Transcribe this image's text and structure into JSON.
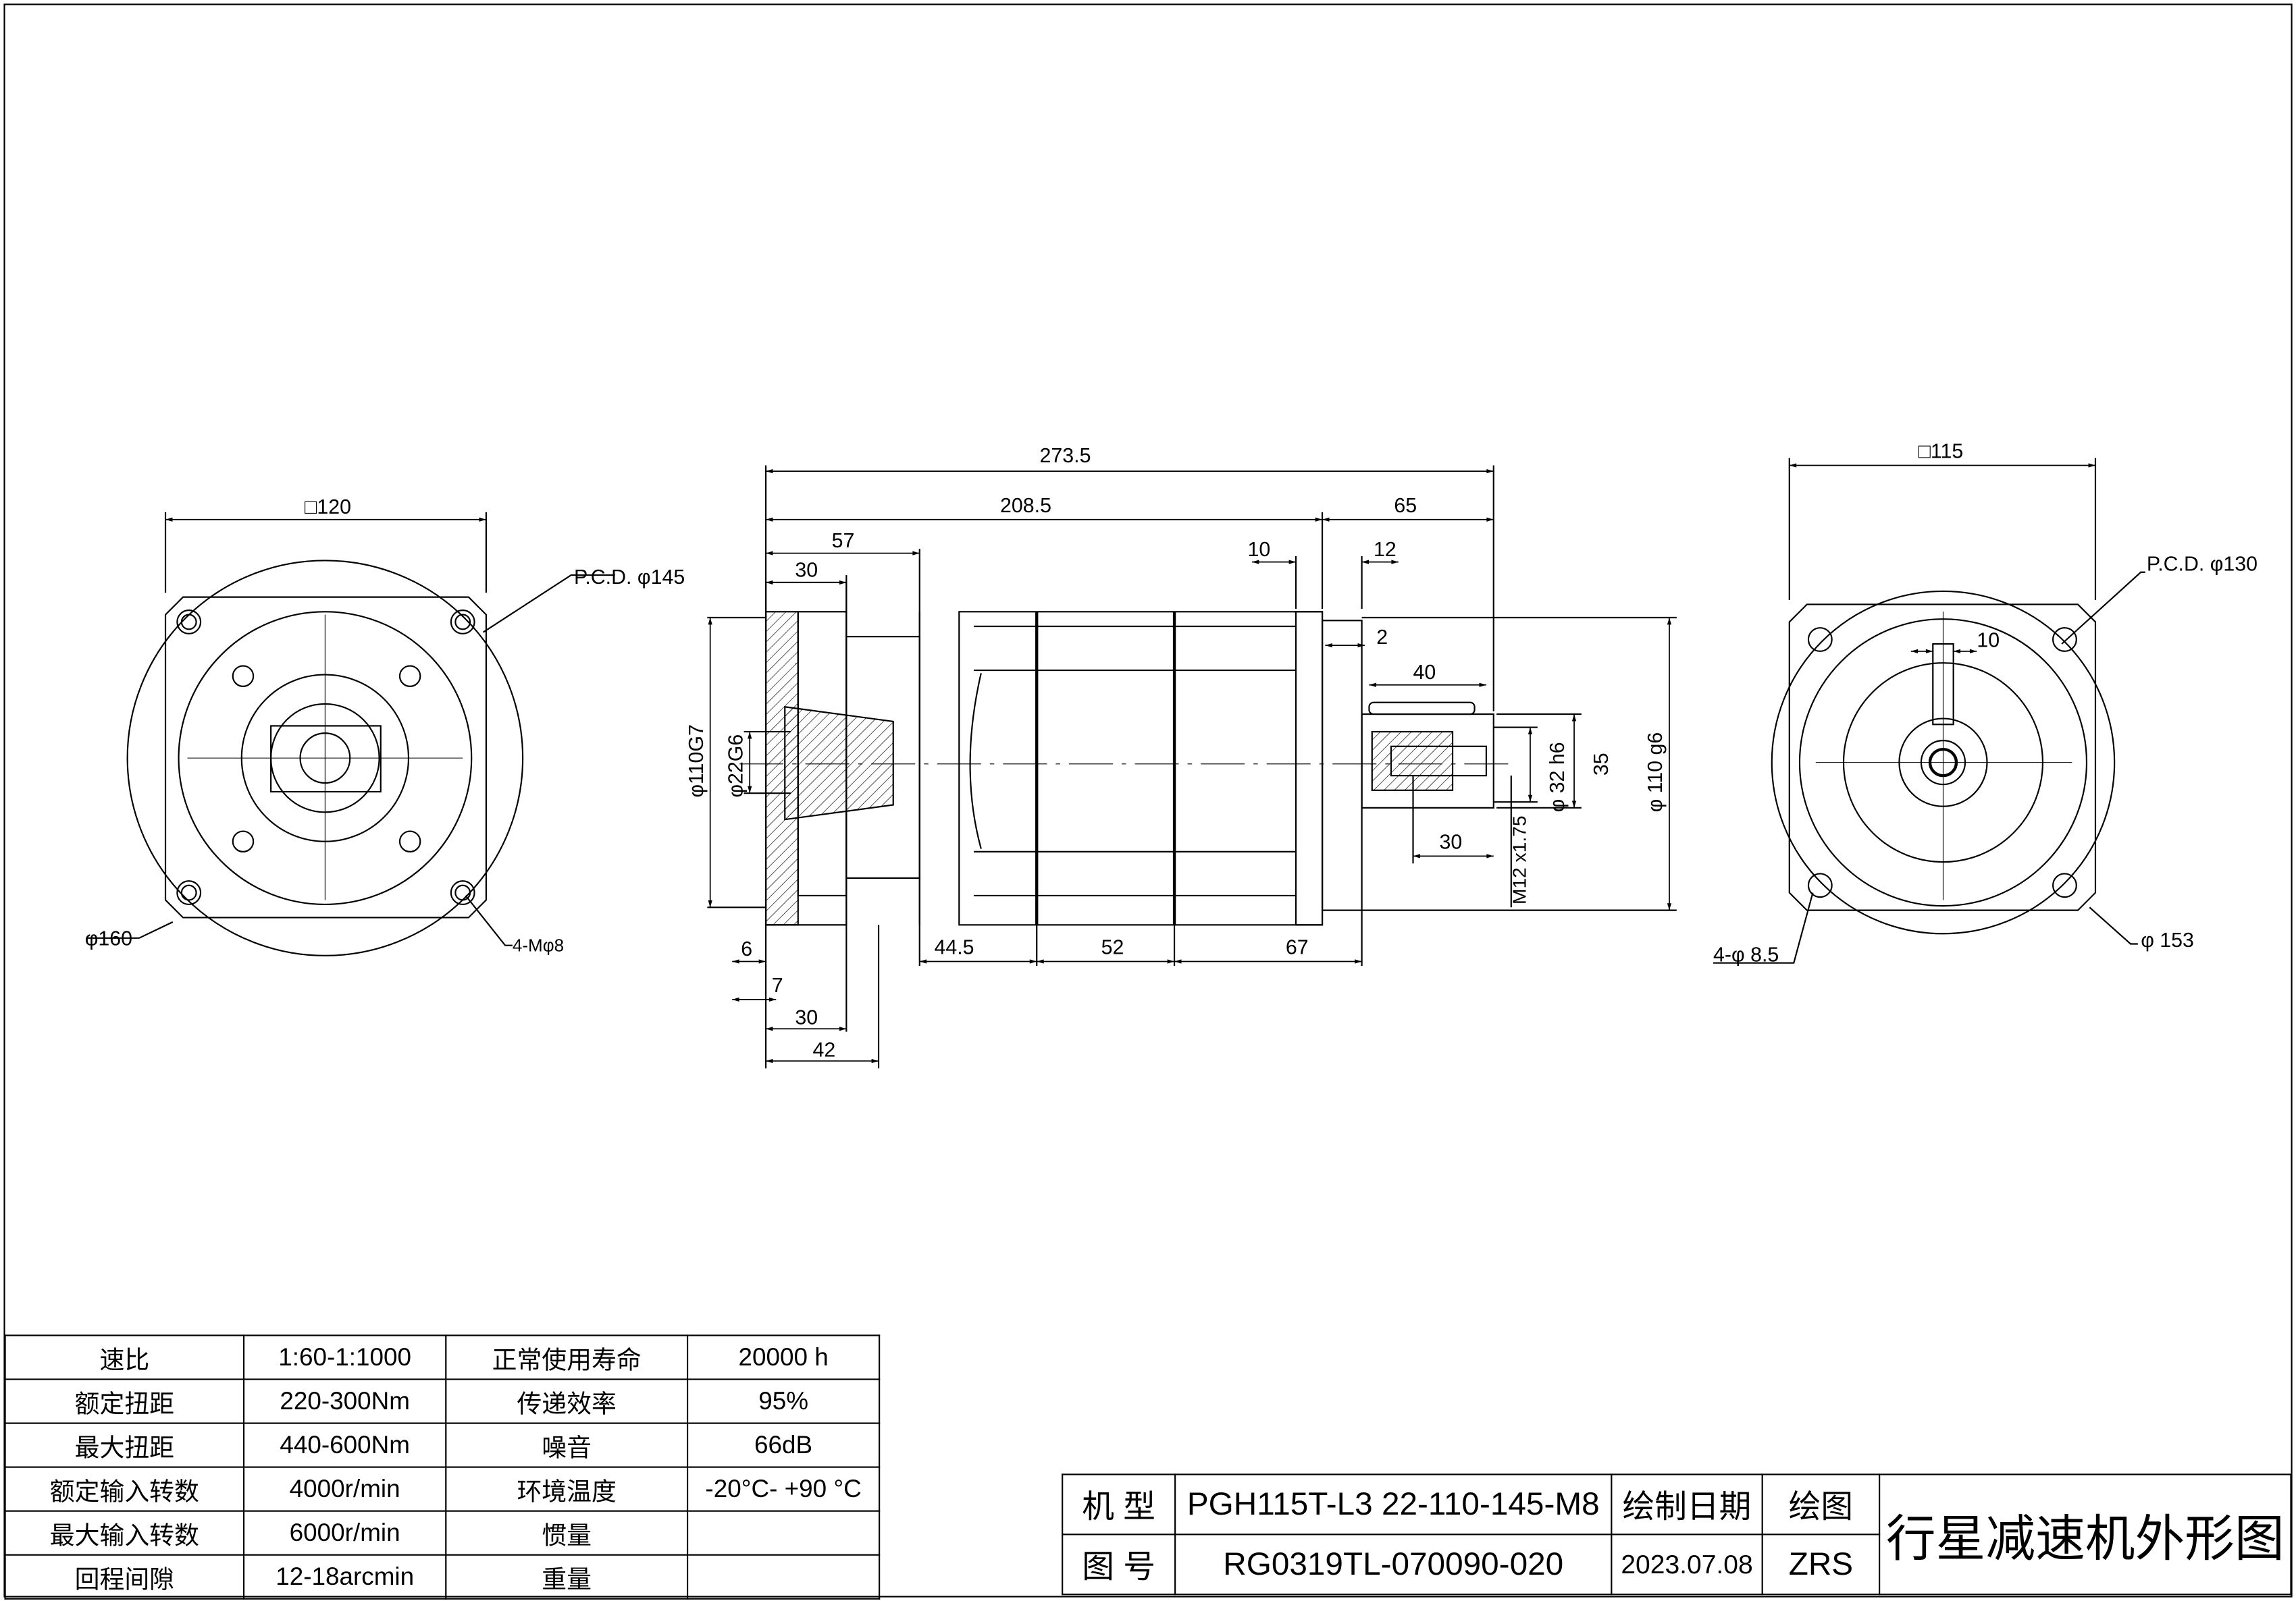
{
  "left_view": {
    "square": "□120",
    "pcd": "P.C.D. φ145",
    "outer_dia": "φ160",
    "holes": "4-Mφ8"
  },
  "side_view": {
    "overall_length": "273.5",
    "body_length": "208.5",
    "shaft_length": "65",
    "adapter_length": "57",
    "flange_top": "30",
    "d10": "10",
    "d12": "12",
    "d2": "2",
    "key_length": "40",
    "pilot_dia": "φ110G7",
    "input_bore": "φ22G6",
    "shaft_dia": "φ 32  h6",
    "key_height": "35",
    "output_pilot": "φ 110  g6",
    "thread_depth": "30",
    "thread": "M12 x1.75",
    "d6": "6",
    "d7": "7",
    "flange_bottom": "30",
    "d42": "42",
    "d44_5": "44.5",
    "d52": "52",
    "d67": "67"
  },
  "right_view": {
    "square": "□115",
    "pcd": "P.C.D. φ130",
    "key_width": "10",
    "holes": "4-φ 8.5",
    "outer_dia": "φ 153"
  },
  "spec_table": [
    [
      "速比",
      "1:60-1:1000",
      "正常使用寿命",
      "20000  h"
    ],
    [
      "额定扭距",
      "220-300Nm",
      "传递效率",
      "95%"
    ],
    [
      "最大扭距",
      "440-600Nm",
      "噪音",
      "66dB"
    ],
    [
      "额定输入转数",
      "4000r/min",
      "环境温度",
      "-20°C- +90 °C"
    ],
    [
      "最大输入转数",
      "6000r/min",
      "惯量",
      ""
    ],
    [
      "回程间隙",
      "12-18arcmin",
      "重量",
      ""
    ]
  ],
  "title_block": {
    "model_label": "机  型",
    "model": "PGH115T-L3  22-110-145-M8",
    "date_label": "绘制日期",
    "drawer_label": "绘图",
    "title": "行星减速机外形图",
    "drawing_no_label": "图  号",
    "drawing_no": "RG0319TL-070090-020",
    "date": "2023.07.08",
    "drawer": "ZRS"
  }
}
